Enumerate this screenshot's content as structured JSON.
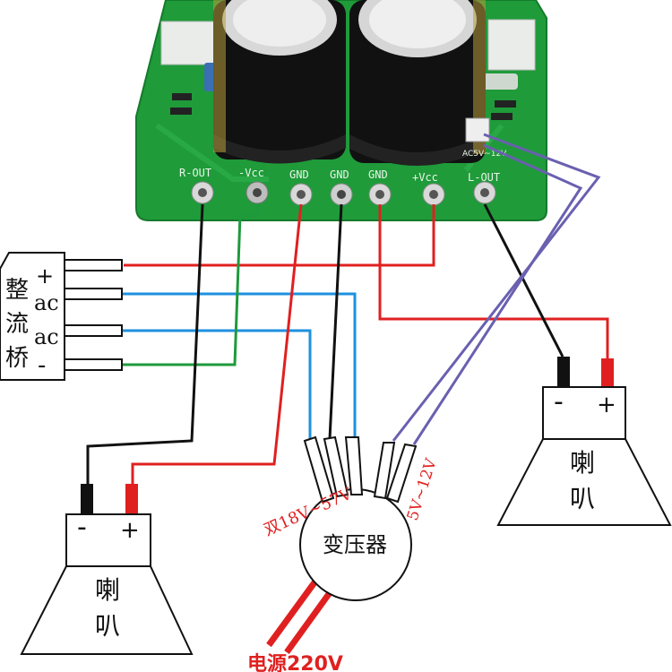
{
  "board": {
    "terminals": {
      "r_out": "R-OUT",
      "neg_vcc": "-Vcc",
      "gnd_1": "GND",
      "gnd_2": "GND",
      "gnd_3": "GND",
      "pos_vcc": "+Vcc",
      "l_out": "L-OUT"
    },
    "small_label": "AC5V~12V",
    "colors": {
      "pcb": "#1f9b3a",
      "pcb_dark": "#0f7a28"
    }
  },
  "rectifier": {
    "label_chars": [
      "整",
      "流",
      "桥"
    ],
    "pins": {
      "plus": "+",
      "ac1": "ac",
      "ac2": "ac",
      "minus": "-"
    }
  },
  "transformer": {
    "label": "变压器",
    "primary_label": "电源220V",
    "secondary_dual": "双18V~57V",
    "secondary_single": "5V~12V"
  },
  "speaker_right": {
    "minus": "-",
    "plus": "+",
    "char1": "喇",
    "char2": "叭"
  },
  "speaker_left": {
    "minus": "-",
    "plus": "+",
    "char1": "喇",
    "char2": "叭"
  },
  "wire_colors": {
    "red": "#e02020",
    "black": "#111111",
    "green": "#1e9a3c",
    "blue": "#1e90e0",
    "purple": "#6a60b0"
  }
}
